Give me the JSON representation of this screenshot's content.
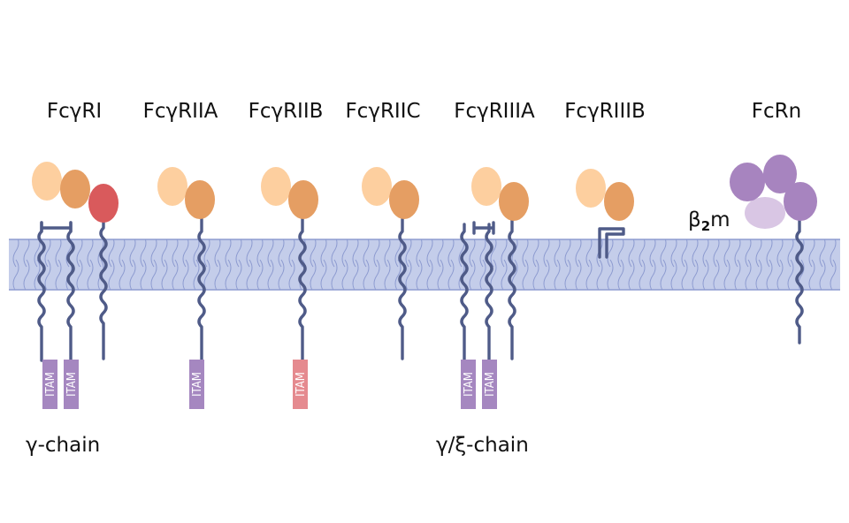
{
  "receptors": [
    {
      "label": "FcγRI"
    },
    {
      "label": "FcγRIIA"
    },
    {
      "label": "FcγRIIB"
    },
    {
      "label": "FcγRIIC"
    },
    {
      "label": "FcγRIIIA"
    },
    {
      "label": "FcγRIIIB"
    },
    {
      "label": "FcRn"
    }
  ],
  "itam_label": "ITAM",
  "b2m": {
    "symbol": "β",
    "subscript": "2",
    "suffix": "m"
  },
  "chain_labels": {
    "gamma": "γ-chain",
    "gamma_xi": "γ/ξ-chain"
  },
  "colors": {
    "membrane_fill": "#c4cdea",
    "membrane_edge": "#8d9bd0",
    "tail": "#4f5b88",
    "domain_light": "#fdcf9f",
    "domain_mid": "#e59e63",
    "domain_red": "#d95a5c",
    "fcrn_heavy": "#a784bf",
    "b2m": "#d9c6e4",
    "itam_activating": "#a587c0",
    "itam_inhibitory": "#e58a8f"
  }
}
